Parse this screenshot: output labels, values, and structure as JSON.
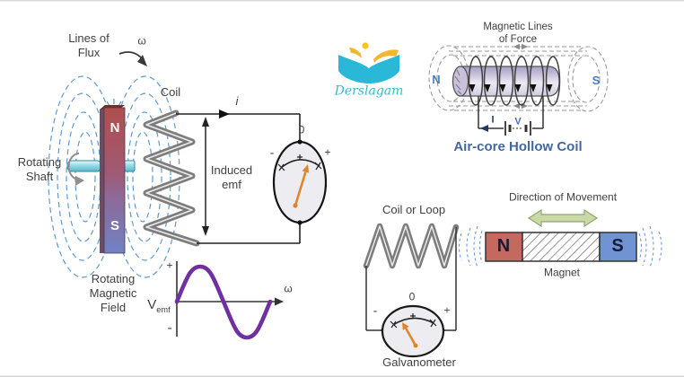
{
  "left_diagram": {
    "lines_of_flux": "Lines of\nFlux",
    "omega": "ω",
    "coil": "Coil",
    "current": "i",
    "rotating_shaft": "Rotating\nShaft",
    "magnet_n": "N",
    "magnet_s": "S",
    "induced_emf": "Induced\nemf",
    "meter": {
      "zero": "0",
      "minus": "-",
      "plus": "+"
    },
    "rotating_magnetic_field": "Rotating\nMagnetic\nField",
    "graph": {
      "v": "V",
      "v_sub": "emf",
      "plus": "+",
      "minus": "-",
      "omega": "ω"
    }
  },
  "logo": {
    "text": "Derslagam"
  },
  "top_right_diagram": {
    "title": "Magnetic Lines\nof Force",
    "n": "N",
    "s": "S",
    "current": "I",
    "voltage": "V",
    "caption": "Air-core Hollow Coil"
  },
  "bottom_right_diagram": {
    "coil_label": "Coil or Loop",
    "direction": "Direction of Movement",
    "magnet_n": "N",
    "magnet_s": "S",
    "magnet_label": "Magnet",
    "galvanometer": {
      "zero": "0",
      "minus": "-",
      "plus": "+",
      "label": "Galvanometer"
    }
  },
  "colors": {
    "flux_blue": "#4f8fca",
    "magnet_red": "#b5524e",
    "magnet_blue": "#7093d3",
    "needle_orange": "#e0852e",
    "sine_purple": "#7030a0",
    "logo_cyan": "#2ab8d8",
    "caption_blue": "#44689d",
    "ns_blue": "#4a7ebb",
    "movement_green": "#cbd9a6",
    "coil_gray": "#7d7d7d"
  }
}
